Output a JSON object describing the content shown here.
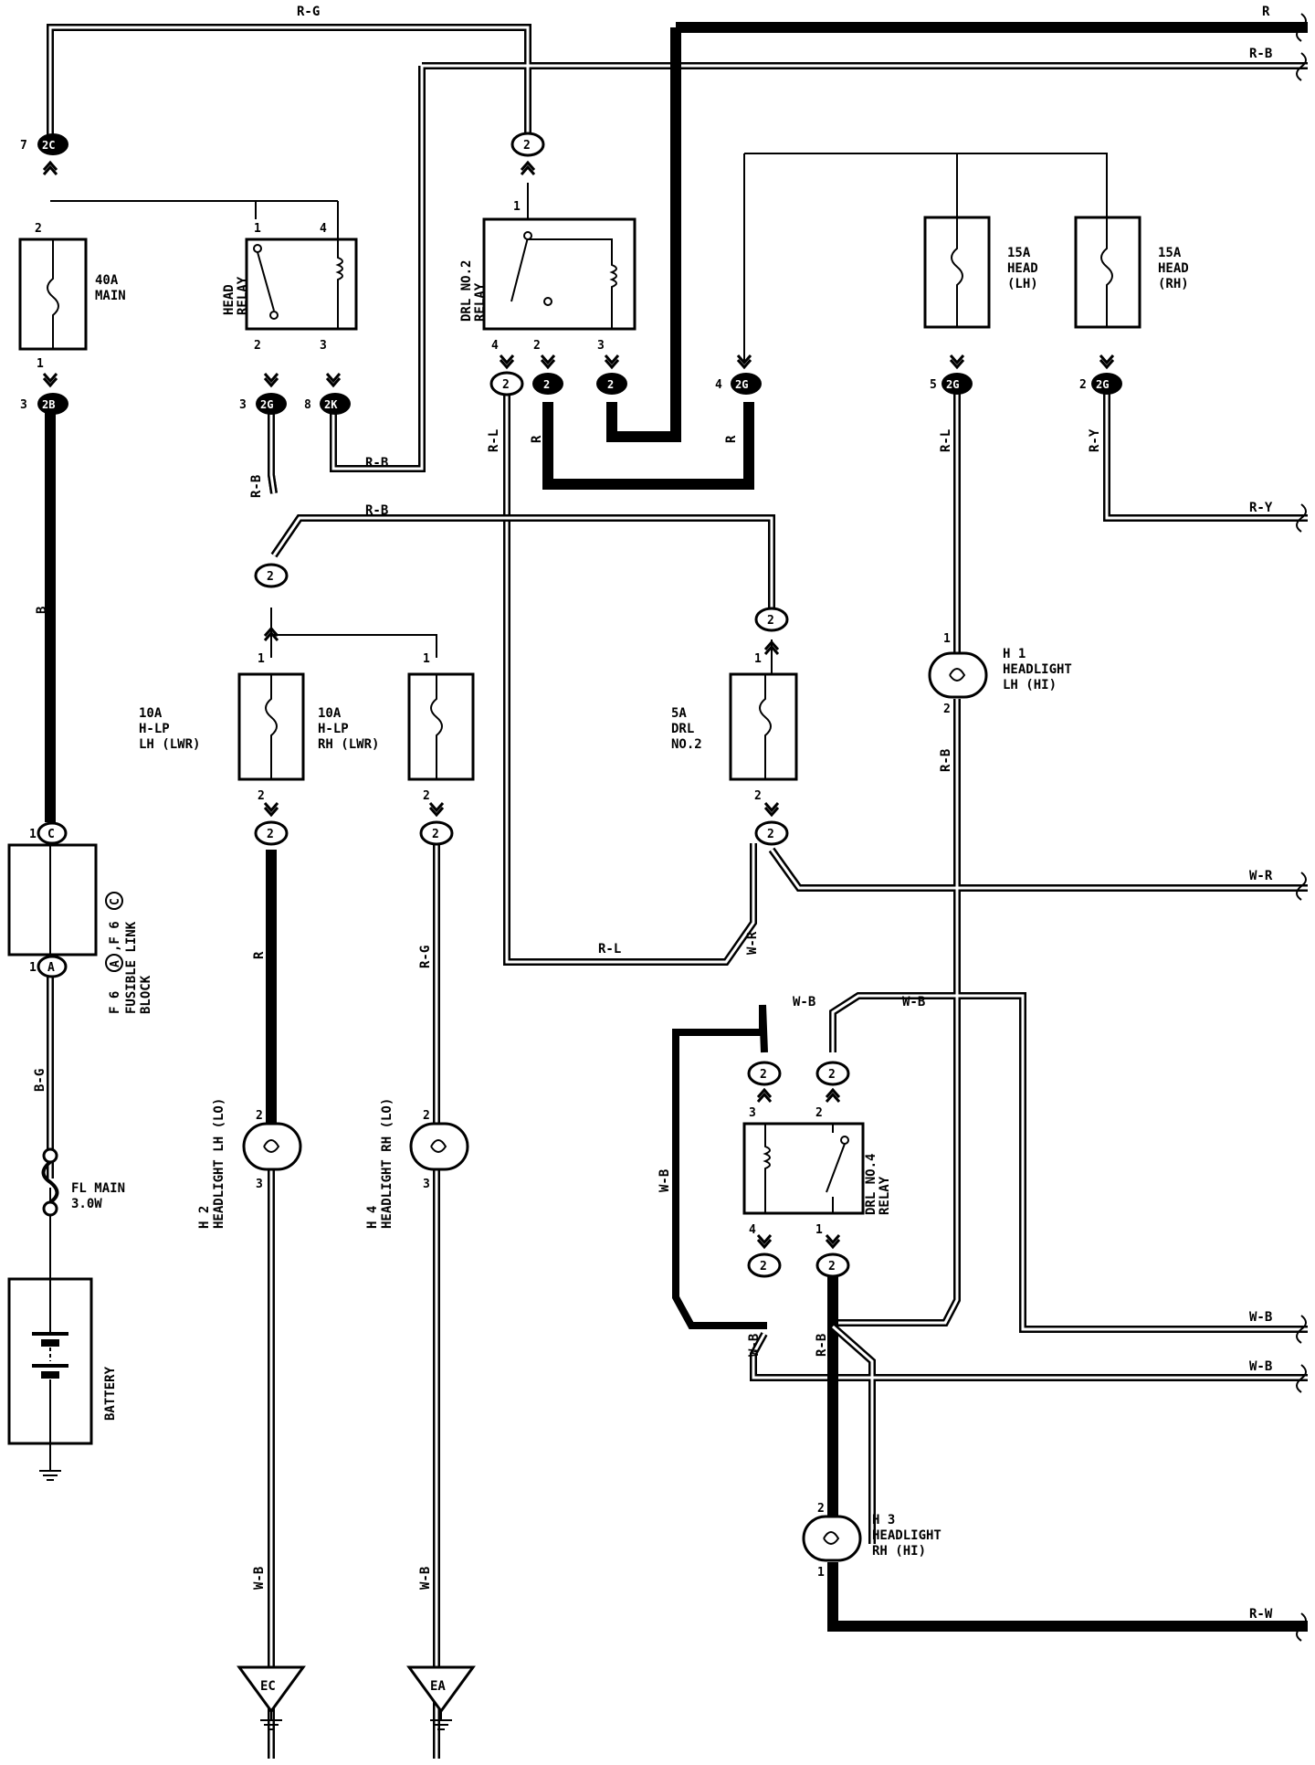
{
  "wires": {
    "w_rg_top": "R-G",
    "w_r_top": "R",
    "w_rb_top": "R-B",
    "w_rb_2k": "R-B",
    "w_rb_2g": "R-B",
    "w_rb_mid": "R-B",
    "w_rl_left": "R-L",
    "w_r_relay2": "R",
    "w_r_relay2b": "R",
    "w_rl_h1": "R-L",
    "w_ry_v": "R-Y",
    "w_ry_h": "R-Y",
    "w_b_main": "B",
    "w_rl_bottom": "R-L",
    "w_wr_right": "W-R",
    "w_wr_v": "W-R",
    "w_rb_h1": "R-B",
    "w_r_h2": "R",
    "w_rg_h4": "R-G",
    "w_bg": "B-G",
    "w_wb_1": "W-B",
    "w_wb_2": "W-B",
    "w_wb_left": "W-B",
    "w_wb_out1": "W-B",
    "w_wb_out2": "W-B",
    "w_wb_v": "W-B",
    "w_rb_h3": "R-B",
    "w_rw": "R-W",
    "w_wb_h2": "W-B",
    "w_wb_h4": "W-B"
  },
  "connectors": {
    "c_2c": "2C",
    "c_2b": "2B",
    "c_2g_a": "2G",
    "c_2k": "2K",
    "c_2_top": "2",
    "c_2_r4": "2",
    "c_2_r2": "2",
    "c_2_r3": "2",
    "c_2g_b": "2G",
    "c_2g_c": "2G",
    "c_2g_d": "2G",
    "c_2_split": "2",
    "c_2_drl_in": "2",
    "c_2_drl_out": "2",
    "c_2_lh": "2",
    "c_2_rh": "2",
    "c_c": "C",
    "c_a": "A",
    "c_2_r4_3": "2",
    "c_2_r4_2": "2",
    "c_2_r4_4": "2",
    "c_2_r4_1": "2"
  },
  "pins": {
    "p7": "7",
    "p2_main": "2",
    "p1_main": "1",
    "p3_2b": "3",
    "p1_hr": "1",
    "p4_hr": "4",
    "p2_hr": "2",
    "p3_hr": "3",
    "p3_2g": "3",
    "p8_2k": "8",
    "p1_drl": "1",
    "p4_drl": "4",
    "p2_drl": "2",
    "p3_drl": "3",
    "p4_2g": "4",
    "p5_2g": "5",
    "p2_2g": "2",
    "p1_lh": "1",
    "p2_lh": "2",
    "p1_rh": "1",
    "p2_rh": "2",
    "p1_drlf": "1",
    "p2_drlf": "2",
    "p1_fl": "1",
    "p1_fa": "1",
    "p1_h1": "1",
    "p2_h1": "2",
    "p2_h2": "2",
    "p3_h2": "3",
    "p2_h4": "2",
    "p3_h4": "3",
    "p3_r4": "3",
    "p2_r4": "2",
    "p4_r4": "4",
    "p1_r4": "1",
    "p2_h3": "2",
    "p1_h3": "1"
  },
  "components": {
    "main_fuse": [
      "40A",
      "MAIN"
    ],
    "head_relay": [
      "HEAD",
      "RELAY"
    ],
    "drl2_relay": [
      "DRL NO.2",
      "RELAY"
    ],
    "head_lh_fuse": [
      "15A",
      "HEAD",
      "(LH)"
    ],
    "head_rh_fuse": [
      "15A",
      "HEAD",
      "(RH)"
    ],
    "hlp_lh_fuse": [
      "10A",
      "H-LP",
      "LH (LWR)"
    ],
    "hlp_rh_fuse": [
      "10A",
      "H-LP",
      "RH (LWR)"
    ],
    "drl2_fuse": [
      "5A",
      "DRL",
      "NO.2"
    ],
    "h1": [
      "H 1",
      "HEADLIGHT",
      "LH (HI)"
    ],
    "h3": [
      "H 3",
      "HEADLIGHT",
      "RH (HI)"
    ],
    "h2": [
      "H 2",
      "HEADLIGHT LH (LO)"
    ],
    "h4": [
      "H 4",
      "HEADLIGHT RH (LO)"
    ],
    "fusible_link": [
      "F 6",
      "A",
      ",F 6",
      "C",
      "FUSIBLE LINK",
      "BLOCK"
    ],
    "fl_main": [
      "FL MAIN",
      "3.0W"
    ],
    "battery": "BATTERY",
    "drl4_relay": [
      "DRL NO.4",
      "RELAY"
    ],
    "ground_ec": "EC",
    "ground_ea": "EA"
  }
}
